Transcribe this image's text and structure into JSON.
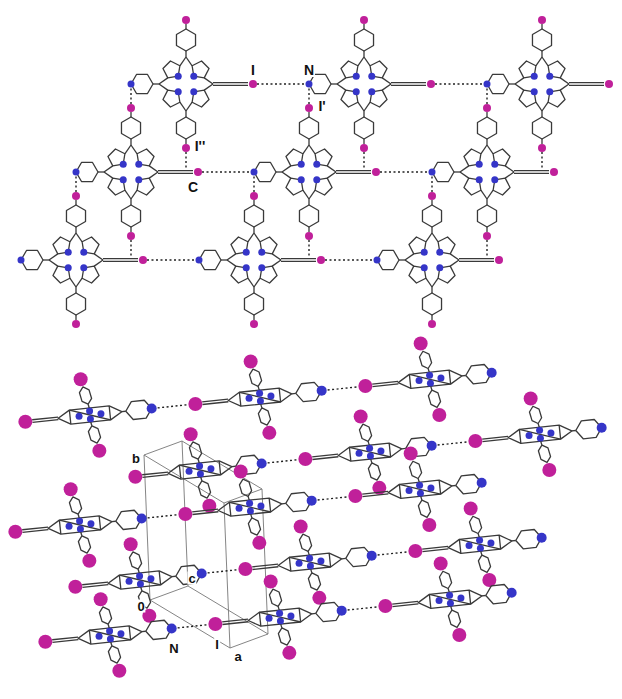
{
  "diagram": {
    "labels": [
      "I",
      "N",
      "I'",
      "I''",
      "C",
      "b",
      "c",
      "0",
      "N",
      "I",
      "a"
    ]
  }
}
